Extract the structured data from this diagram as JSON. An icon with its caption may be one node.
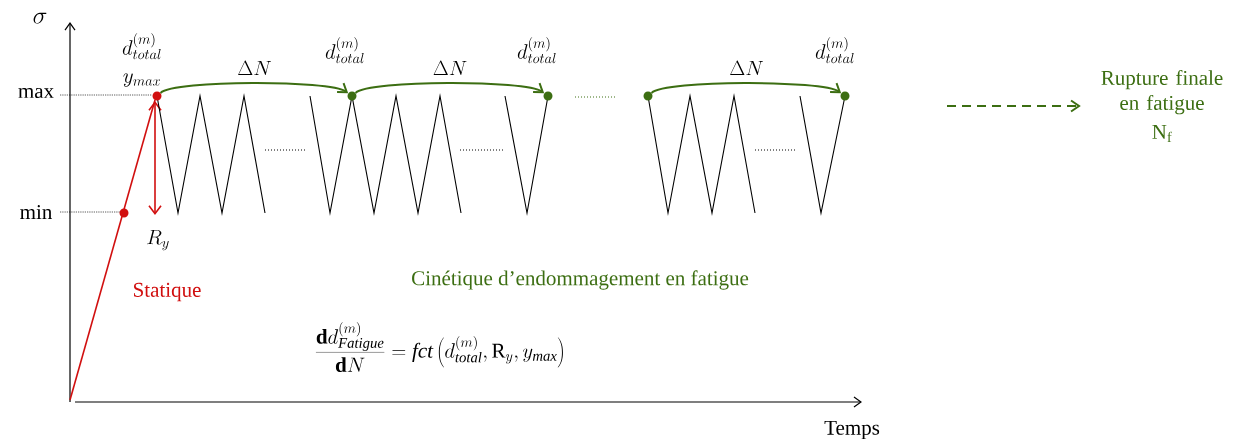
{
  "diagram": {
    "nodes": [
      {
        "text": [],
        "shape": "circle",
        "beside": [
          "d^{(m)}_{total}",
          "y_{max}"
        ]
      },
      {
        "text": [],
        "shape": "circle",
        "beside": [
          "d^{(m)}_{total}"
        ]
      },
      {
        "text": [],
        "shape": "circle",
        "beside": [
          "d^{(m)}_{total}"
        ]
      },
      {
        "text": [],
        "shape": "circle"
      },
      {
        "text": [],
        "shape": "circle",
        "beside": [
          "d^{(m)}_{total}"
        ]
      },
      {
        "text": [
          "Rupture finale en fatigue",
          "N$_{f}$"
        ]
      }
    ],
    "edges": [
      {
        "from": 0,
        "to": 1,
        "arrow": "to",
        "label": "\\Delta N"
      },
      {
        "from": 1,
        "to": 2,
        "arrow": "to",
        "label": "\\Delta N"
      },
      {
        "from": 3,
        "to": 4,
        "arrow": "to",
        "label": "\\Delta N"
      },
      {
        "from": null,
        "to": 5,
        "arrow": "to",
        "style": "dashed"
      }
    ],
    "labels": [
      "\\sigma",
      "max",
      "min",
      "Temps",
      "R_{y}",
      "Statique",
      "Cinétique d’endommagement en fatigue",
      "\\frac{\\mathbf{d}d^{(m)}_{\\mathit{Fatigue}}}{\\mathbf{d}N} = \\mathit{fct}\\left(d^{(m)}_{\\mathit{total}}, \\mathrm{R}_{y}, y_{\\mathit{max}}\\right)"
    ]
  }
}
